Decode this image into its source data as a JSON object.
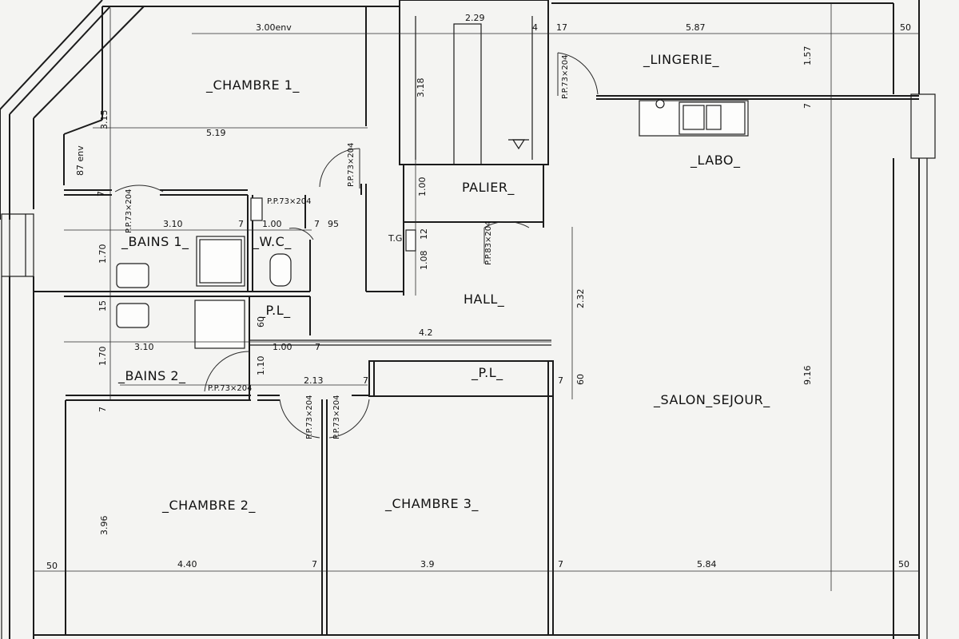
{
  "rooms": {
    "chambre1": "_CHAMBRE 1_",
    "lingerie": "_LINGERIE_",
    "labo": "_LABO_",
    "palier": "PALIER_",
    "bains1": "_BAINS 1_",
    "wc": "_W.C_",
    "hall": "HALL_",
    "pl1": "_P.L_",
    "bains2": "_BAINS 2_",
    "pl2": "_P.L_",
    "salon": "_SALON_SEJOUR_",
    "chambre2": "_CHAMBRE 2_",
    "chambre3": "_CHAMBRE 3_"
  },
  "dimensions": {
    "d_300env": "3.00env",
    "d_229": "2.29",
    "d_4": "4",
    "d_17": "17",
    "d_587": "5.87",
    "d_50_tr": "50",
    "d_157": "1.57",
    "d_318": "3.18",
    "d_315": "3.15",
    "d_519": "5.19",
    "d_7_b": "7",
    "d_87env": "87 env",
    "d_100_pal": "1.00",
    "d_7_a": "7",
    "d_310_a": "3.10",
    "d_7_c": "7",
    "d_100_b": "1.00",
    "d_7_d": "7",
    "d_95": "95",
    "d_tg": "T.G",
    "d_12": "12",
    "d_170_a": "1.70",
    "d_108": "1.08",
    "d_232": "2.32",
    "d_15": "15",
    "d_60_a": "60",
    "d_42": "4.2",
    "d_310_b": "3.10",
    "d_100_c": "1.00",
    "d_7_e": "7",
    "d_170_b": "1.70",
    "d_110": "1.10",
    "d_213": "2.13",
    "d_7_f": "7",
    "d_7_g": "7",
    "d_60_b": "60",
    "d_916": "9.16",
    "d_7_h": "7",
    "d_396": "3.96",
    "d_50_bl": "50",
    "d_440": "4.40",
    "d_7_i": "7",
    "d_39": "3.9",
    "d_7_j": "7",
    "d_584": "5.84",
    "d_50_br": "50"
  },
  "doors": {
    "door_lingerie": "P.P.73×204",
    "door_ch1": "P.P.73×204",
    "door_bains1": "P.P.73×204",
    "door_wc": "P.P.73×204",
    "door_hall": "P.P.83×204",
    "door_bains2": "P.P.73×204",
    "door_ch2": "P.P.73×204",
    "door_ch3": "P.P.73×204"
  }
}
